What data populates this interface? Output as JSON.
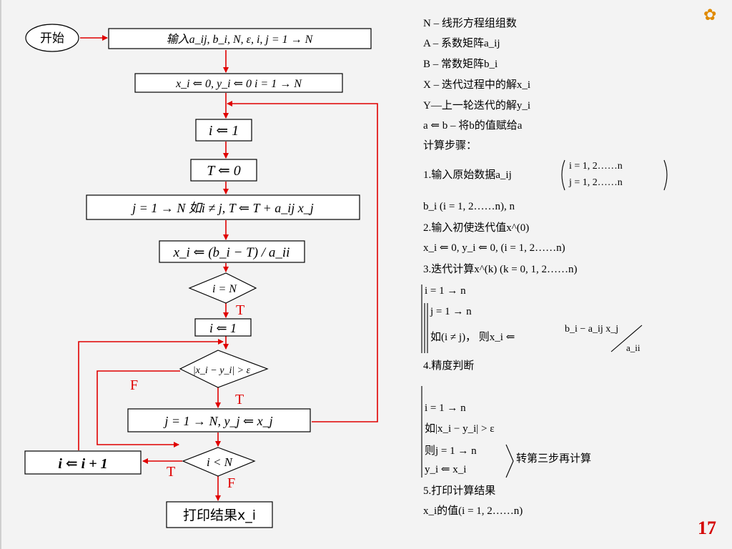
{
  "flowchart": {
    "start": "开始",
    "input": "输入a_ij, b_i, N, ε, i, j = 1 → N",
    "init": "x_i ⇐ 0, y_i ⇐ 0   i = 1 → N",
    "set_i": "i ⇐ 1",
    "set_T": "T ⇐ 0",
    "loop_j": "j = 1 → N    如i ≠ j, T ⇐ T + a_ij x_j",
    "calc_x": "x_i ⇐ (b_i − T) / a_ii",
    "cond_iN": "i = N",
    "reset_i": "i ⇐ 1",
    "cond_eps": "|x_i − y_i| > ε",
    "copy": "j = 1 → N, y_j ⇐ x_j",
    "cond_ilt": "i < N",
    "incr": "i ⇐ i + 1",
    "print": "打印结果x_i",
    "label_T1": "T",
    "label_F1": "F",
    "label_T2": "T",
    "label_T3": "T",
    "label_F2": "F"
  },
  "notes": {
    "n1": "N – 线形方程组组数",
    "n2": "A – 系数矩阵a_ij",
    "n3": "B – 常数矩阵b_i",
    "n4": "X – 迭代过程中的解x_i",
    "n5": "Y—上一轮迭代的解y_i",
    "n6": "a ⇐ b – 将b的值赋给a",
    "n7": "计算步骤：",
    "s1a": "1.输入原始数据a_ij",
    "s1b": "i = 1, 2……n",
    "s1c": "j = 1, 2……n",
    "s1d": "b_i (i = 1, 2……n), n",
    "s2a": "2.输入初使迭代值x^(0)",
    "s2b": "x_i ⇐ 0, y_i ⇐ 0, (i = 1, 2……n)",
    "s3a": "3.迭代计算x^(k)   (k = 0, 1, 2……n)",
    "s3b": "i = 1 → n",
    "s3c": "j = 1 → n",
    "s3d": "如(i ≠ j)，  则x_i ⇐",
    "s3e": "b_i − a_ij x_j",
    "s3f": "a_ii",
    "s4a": "4.精度判断",
    "s4b": "i = 1 → n",
    "s4c": "如|x_i − y_i| > ε",
    "s4d": "则j = 1 → n",
    "s4e": "y_i ⇐ x_i",
    "s4f": "转第三步再计算",
    "s5a": "5.打印计算结果",
    "s5b": "x_i的值(i = 1, 2……n)"
  },
  "page_number": "17",
  "colors": {
    "arrow": "#e00000",
    "label": "#e00000",
    "page_number": "#d40000"
  }
}
